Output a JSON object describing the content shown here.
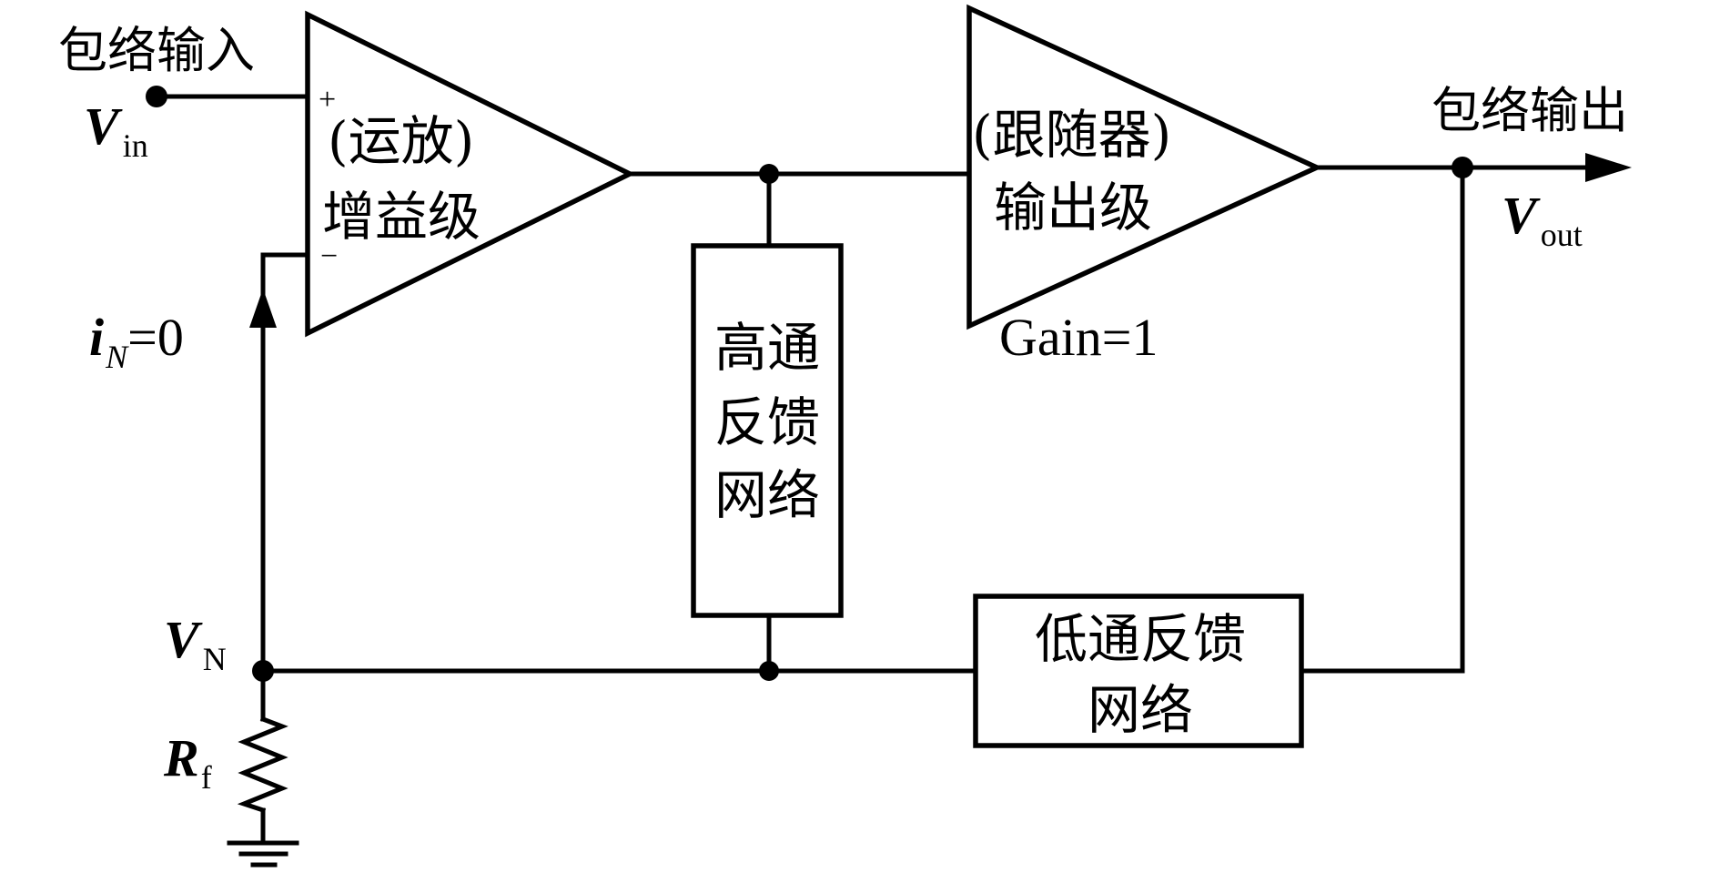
{
  "figure": {
    "title": "Envelope amplifier with high-pass / low-pass feedback",
    "input": {
      "caption": "包络输入",
      "var": "V",
      "sub": "in"
    },
    "output": {
      "caption": "包络输出",
      "var": "V",
      "sub": "out"
    },
    "gain_stage": {
      "line1": "(运放)",
      "line2": "增益级",
      "plus": "+",
      "minus": "−"
    },
    "output_stage": {
      "line1": "(跟随器)",
      "line2": "输出级",
      "gain_label": "Gain=1"
    },
    "highpass": {
      "lines": [
        "高通",
        "反馈",
        "网络"
      ]
    },
    "lowpass": {
      "lines": [
        "低通反馈",
        "网络"
      ]
    },
    "current_label": {
      "var": "i",
      "sub": "N",
      "eq": "=0"
    },
    "node_vn": {
      "var": "V",
      "sub": "N"
    },
    "resistor": {
      "var": "R",
      "sub": "f"
    },
    "colors": {
      "stroke": "#000000",
      "background": "#ffffff"
    }
  }
}
